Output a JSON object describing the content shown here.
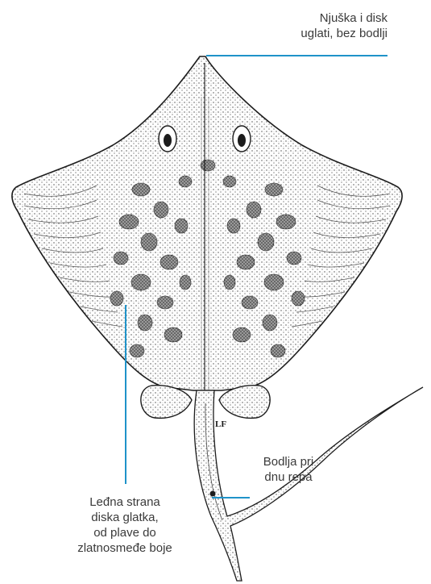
{
  "labels": {
    "snout": {
      "lines": [
        "Njuška i disk",
        "uglati, bez bodlji"
      ]
    },
    "tail_spine": {
      "lines": [
        "Bodlja pri",
        "dnu repa"
      ]
    },
    "dorsal": {
      "lines": [
        "Leđna strana",
        "diska glatka,",
        "od plave do",
        "zlatnosmeđe boje"
      ]
    },
    "signature": "LF"
  },
  "colors": {
    "leader": "#1f93c9",
    "ink": "#1c1c1c",
    "text": "#3a3a3a"
  }
}
